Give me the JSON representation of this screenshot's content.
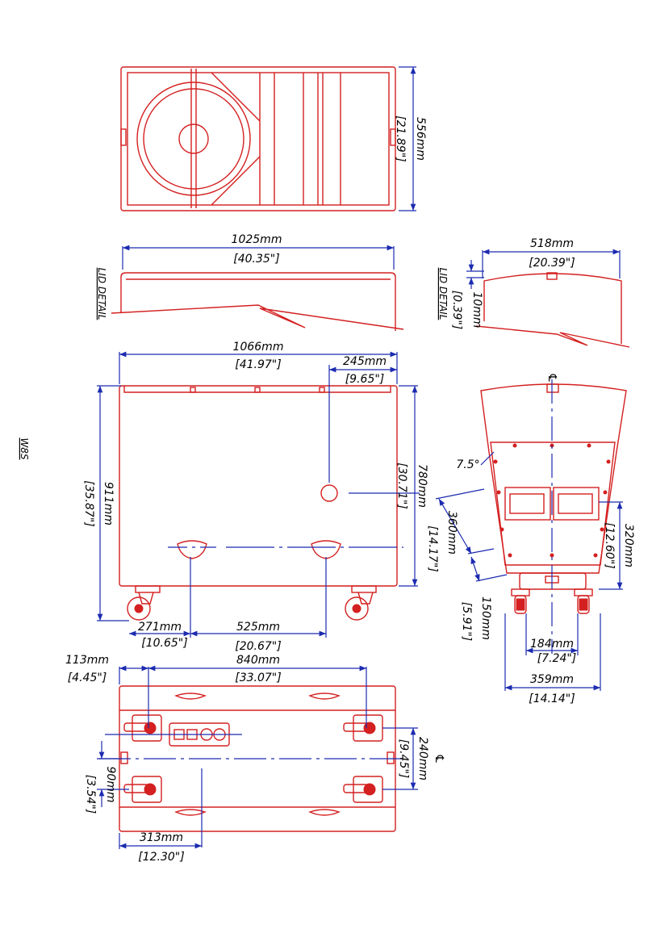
{
  "model": "W8S",
  "lid_detail_label": "LID DETAIL",
  "centerline_symbol": "℄",
  "dims": {
    "top_depth_mm": "556mm",
    "top_depth_in": "[21.89\"]",
    "lid_width_mm": "1025mm",
    "lid_width_in": "[40.35\"]",
    "lid_side_width_mm": "518mm",
    "lid_side_width_in": "[20.39\"]",
    "lid_thick_mm": "10mm",
    "lid_thick_in": "[0.39\"]",
    "front_width_mm": "1066mm",
    "front_width_in": "[41.97\"]",
    "handle_offset_mm": "245mm",
    "handle_offset_in": "[9.65\"]",
    "height_mm": "911mm",
    "height_in": "[35.87\"]",
    "body_height_mm": "780mm",
    "body_height_in": "[30.71\"]",
    "caster_left_mm": "271mm",
    "caster_left_in": "[10.65\"]",
    "caster_span_mm": "525mm",
    "caster_span_in": "[20.67\"]",
    "angle": "7.5°",
    "side_360_mm": "360mm",
    "side_360_in": "[14.17\"]",
    "side_150_mm": "150mm",
    "side_150_in": "[5.91\"]",
    "side_320_mm": "320mm",
    "side_320_in": "[12.60\"]",
    "side_184_mm": "184mm",
    "side_184_in": "[7.24\"]",
    "side_359_mm": "359mm",
    "side_359_in": "[14.14\"]",
    "bottom_113_mm": "113mm",
    "bottom_113_in": "[4.45\"]",
    "bottom_840_mm": "840mm",
    "bottom_840_in": "[33.07\"]",
    "bottom_240_mm": "240mm",
    "bottom_240_in": "[9.45\"]",
    "bottom_90_mm": "90mm",
    "bottom_90_in": "[3.54\"]",
    "bottom_313_mm": "313mm",
    "bottom_313_in": "[12.30\"]"
  }
}
